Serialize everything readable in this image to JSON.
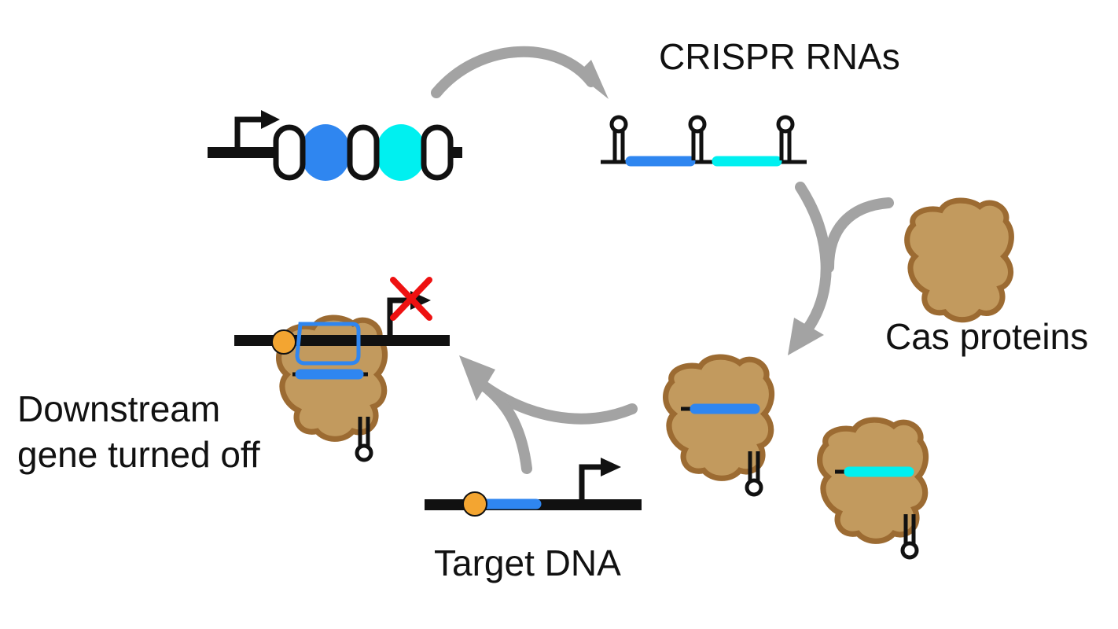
{
  "labels": {
    "crispr_rnas": "CRISPR RNAs",
    "cas_proteins": "Cas proteins",
    "downstream_line1": "Downstream",
    "downstream_line2": "gene turned off",
    "target_dna": "Target DNA"
  },
  "colors": {
    "dna": "#111111",
    "arrow": "#a3a3a3",
    "spacer_blue": "#2f86f0",
    "spacer_cyan": "#00f0f0",
    "cas_fill": "#c29a5e",
    "cas_outline": "#9c6b32",
    "pam": "#f3a531",
    "blocked_x": "#ee1111"
  },
  "icons": [
    "promoter-arrow-icon",
    "repeat-hairpin-icon",
    "blocked-x-icon"
  ]
}
